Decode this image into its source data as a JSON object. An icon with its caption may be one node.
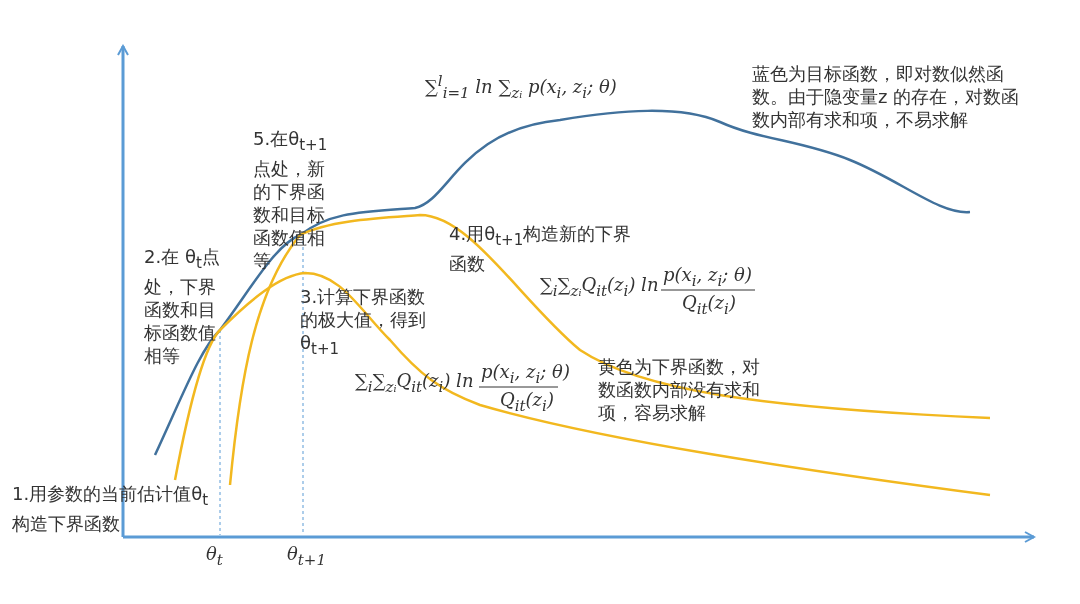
{
  "diagram": {
    "labels": [
      "∑$^{l}$$_{i=1}$ ln ∑$_{zᵢ}$ p(x$_{i}$, z$_{i}$; θ)",
      "蓝色为目标函数，即对数似然函数。由于隐变量z 的存在，对数函数内部有求和项，不易求解",
      "5.在θ$_{t+1}$ 点处，新的下界函数和目标函数值相等",
      "4.用θ$_{t+1}$构造新的下界函数",
      "∑$_{i}$∑$_{zᵢ}$Q$_{it}$(z$_{i}$) ln",
      "p(x$_{i}$, z$_{i}$; θ)",
      "Q$_{it}$(z$_{i}$)",
      "2.在 θ$_{t}$点处，下界函数和目标函数值相等",
      "3.计算下界函数的极大值，得到 θ$_{t+1}$",
      "∑$_{i}$∑$_{zᵢ}$Q$_{it}$(z$_{i}$) ln",
      "p(x$_{i}$, z$_{i}$; θ)",
      "Q$_{it}$(z$_{i}$)",
      "黄色为下界函数，对数函数内部没有求和项，容易求解",
      "1.用参数的当前估计值θ$_{t}$构造下界函数",
      "θ$_{t}$",
      "θ$_{t+1}$"
    ]
  }
}
